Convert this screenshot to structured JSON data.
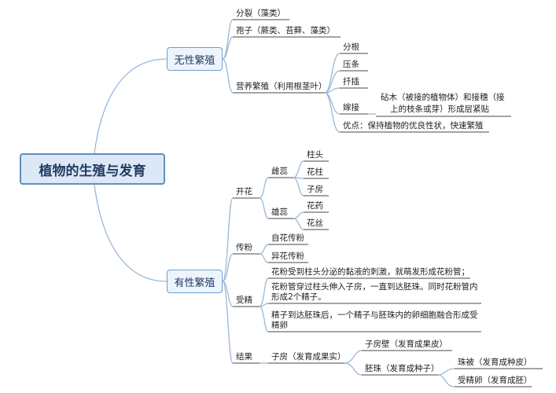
{
  "root": "植物的生殖与发育",
  "asexual": {
    "label": "无性繁殖",
    "fission": "分裂（藻类）",
    "spore": "孢子（蕨类、苔藓、藻类）",
    "vegetative": {
      "label": "营养繁殖（利用根茎叶）",
      "division": "分根",
      "layering": "压条",
      "cutting": "扦插",
      "grafting": "嫁接",
      "grafting_desc_1": "砧木（被接的植物体）和接穗（接",
      "grafting_desc_2": "上的枝条或芽）形成层紧贴",
      "advantage": "优点：保持植物的优良性状，快速繁殖"
    }
  },
  "sexual": {
    "label": "有性繁殖",
    "flowering": {
      "label": "开花",
      "pistil": "雌蕊",
      "stigma": "柱头",
      "style": "花柱",
      "ovary": "子房",
      "stamen": "雄蕊",
      "anther": "花药",
      "filament": "花丝"
    },
    "pollination": {
      "label": "传粉",
      "self": "自花传粉",
      "cross": "异花传粉"
    },
    "fertilization": {
      "label": "受精",
      "step1": "花粉受到柱头分泌的黏液的刺激，就萌发形成花粉管；",
      "step2_1": "花粉管穿过柱头伸入子房，一直到达胚珠。同时花粉管内",
      "step2_2": "形成2个精子。",
      "step3_1": "精子到达胚珠后，一个精子与胚珠内的卵细胞融合形成受",
      "step3_2": "精卵"
    },
    "fruiting": {
      "label": "结果",
      "ovary": "子房（发育成果实）",
      "ovary_wall": "子房壁（发育成果皮）",
      "ovule": "胚珠（发育成种子）",
      "integument": "珠被（发育成种皮）",
      "zygote": "受精卵（发育成胚）"
    }
  },
  "colors": {
    "line": "#9ab8d8",
    "underline": "#4a4a4a",
    "root_border": "#5f8fbd",
    "root_fill": "#dce8f6"
  }
}
